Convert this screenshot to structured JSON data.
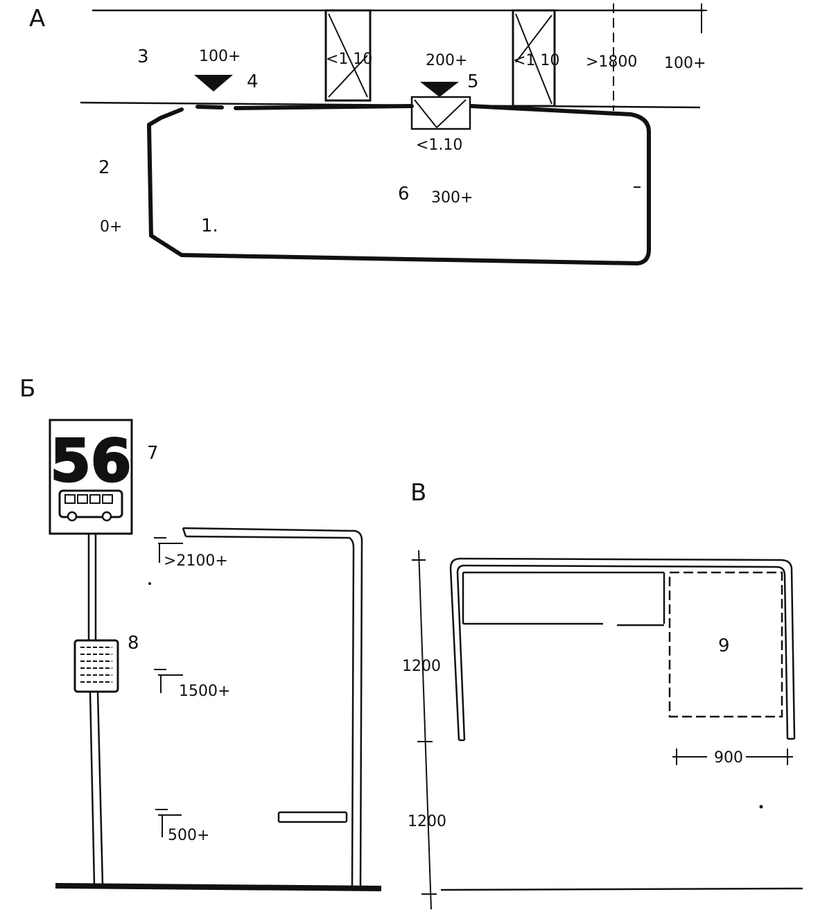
{
  "panels": {
    "a": {
      "letter": "А",
      "labels": {
        "n1": "1.",
        "n2": "2",
        "n3": "3",
        "n4": "4",
        "n5": "5",
        "n6": "6"
      },
      "levels": {
        "l0": "0+",
        "l100_left": "100+",
        "l200": "200+",
        "l300": "300+",
        "l100_right": "100+"
      },
      "dims": {
        "stair_left": "<1 10",
        "stair_right": "<1 10",
        "ramp": "<1.10",
        "width": ">1800"
      }
    },
    "b": {
      "letter": "Б",
      "sign_number": "56",
      "label_7": "7",
      "label_8": "8",
      "heights": {
        "h1": ">2100+",
        "h2": "1500+",
        "h3": "500+"
      }
    },
    "v": {
      "letter": "В",
      "label_9": "9",
      "dims": {
        "h_upper": "1200",
        "h_lower": "1200",
        "width": "900"
      }
    }
  },
  "colors": {
    "ink": "#111111",
    "paper": "#ffffff"
  },
  "icons": {
    "bus": "bus-icon",
    "level_marker": "level-triangle-icon"
  }
}
